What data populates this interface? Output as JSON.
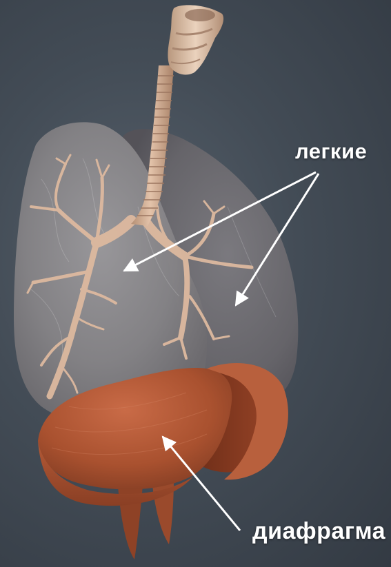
{
  "labels": {
    "lungs": "легкие",
    "diaphragm": "диафрагма"
  },
  "colors": {
    "background": "#414a54",
    "lung": "#8a888b",
    "airway": "#d8b59c",
    "diaphragm": "#b4583a",
    "label_text": "#ffffff"
  },
  "icons": [
    "lungs-illustration",
    "trachea-illustration",
    "bronchi-illustration",
    "diaphragm-illustration",
    "arrow-icon"
  ]
}
